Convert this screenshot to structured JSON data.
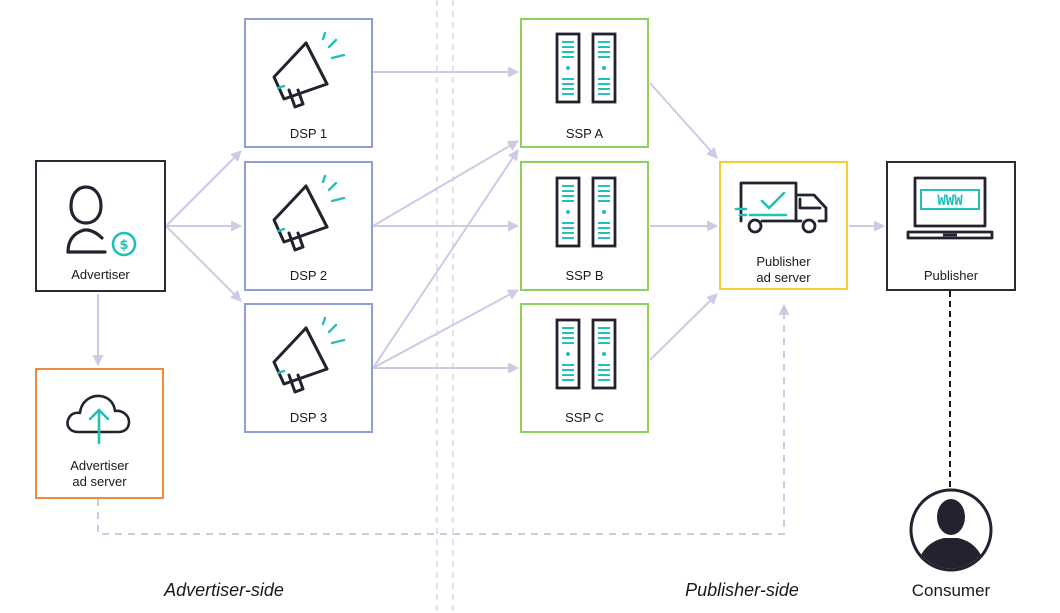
{
  "colors": {
    "arrow": "#cfc9e6",
    "dashed": "#cfc9e6",
    "divider": "#cfd3e8",
    "teal": "#22c1b8",
    "dark": "#232330",
    "advertiser_border": "#2b2b38",
    "dsp_border": "#8f9fd1",
    "ssp_border": "#8cd15a",
    "advertiser_ad_server_border": "#ee8a3f",
    "publisher_ad_server_border": "#f3cd33",
    "publisher_border": "#2b2b38",
    "consumer_line": "#1a1a1a"
  },
  "nodes": {
    "advertiser": {
      "label": "Advertiser",
      "icon": "user-dollar-icon"
    },
    "advertiser_ad_server": {
      "label_line1": "Advertiser",
      "label_line2": "ad server",
      "icon": "cloud-upload-icon"
    },
    "dsp1": {
      "label": "DSP 1",
      "icon": "megaphone-icon"
    },
    "dsp2": {
      "label": "DSP 2",
      "icon": "megaphone-icon"
    },
    "dsp3": {
      "label": "DSP 3",
      "icon": "megaphone-icon"
    },
    "sspa": {
      "label": "SSP A",
      "icon": "server-rack-icon"
    },
    "sspb": {
      "label": "SSP B",
      "icon": "server-rack-icon"
    },
    "sspc": {
      "label": "SSP C",
      "icon": "server-rack-icon"
    },
    "publisher_ad_server": {
      "label_line1": "Publisher",
      "label_line2": "ad server",
      "icon": "delivery-truck-icon"
    },
    "publisher": {
      "label": "Publisher",
      "icon": "laptop-www-icon",
      "screen_text": "WWW"
    },
    "consumer": {
      "label": "Consumer",
      "icon": "consumer-avatar-icon"
    }
  },
  "sides": {
    "advertiser_side": "Advertiser-side",
    "publisher_side": "Publisher-side"
  }
}
